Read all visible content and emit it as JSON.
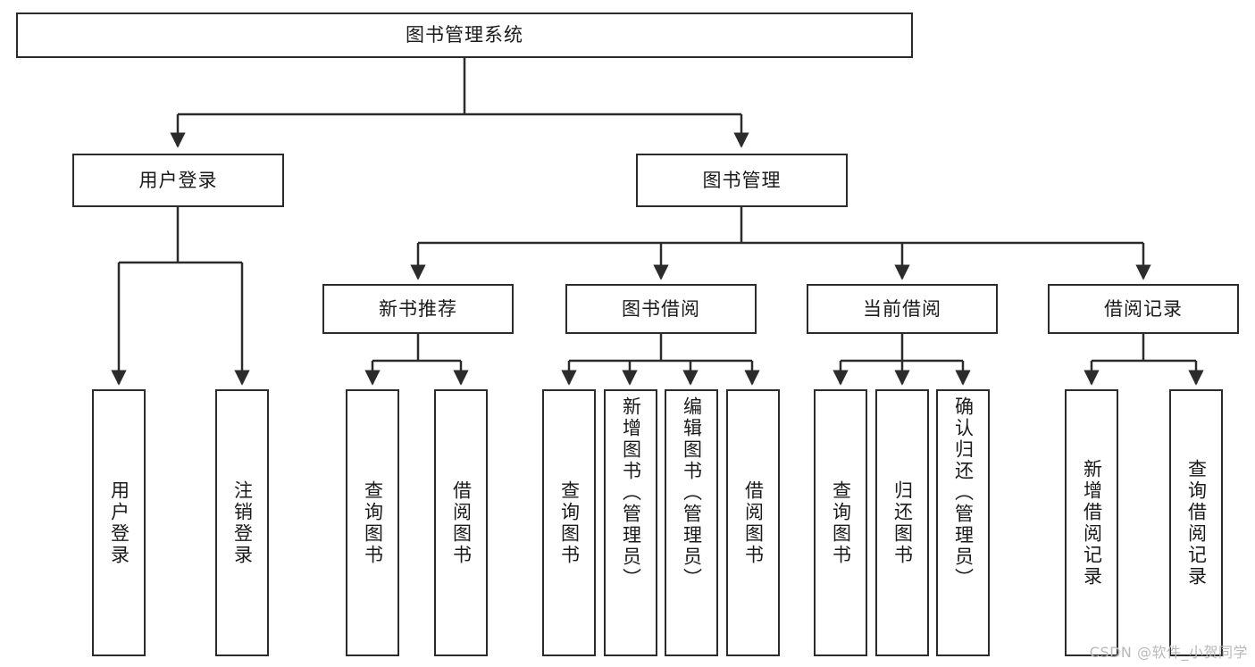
{
  "diagram": {
    "title": "图书管理系统",
    "watermark": "CSDN @软件_小贺同学",
    "colors": {
      "box_border": "#2b2b2b",
      "box_fill": "#ffffff",
      "connector": "#2b2b2b",
      "text": "#1a1a1a",
      "watermark": "#b9b9b9",
      "background": "#ffffff"
    },
    "root": {
      "label": "图书管理系统"
    },
    "level2": [
      {
        "label": "用户登录"
      },
      {
        "label": "图书管理"
      }
    ],
    "level3": [
      {
        "label": "新书推荐"
      },
      {
        "label": "图书借阅"
      },
      {
        "label": "当前借阅"
      },
      {
        "label": "借阅记录"
      }
    ],
    "leaves": {
      "user_login": [
        {
          "label": "用户登录"
        },
        {
          "label": "注销登录"
        }
      ],
      "new_book_recommend": [
        {
          "label": "查询图书"
        },
        {
          "label": "借阅图书"
        }
      ],
      "book_borrow": [
        {
          "label": "查询图书"
        },
        {
          "label": "新增图书（管理员）"
        },
        {
          "label": "编辑图书（管理员）"
        },
        {
          "label": "借阅图书"
        }
      ],
      "current_borrow": [
        {
          "label": "查询图书"
        },
        {
          "label": "归还图书"
        },
        {
          "label": "确认归还（管理员）"
        }
      ],
      "borrow_record": [
        {
          "label": "新增借阅记录"
        },
        {
          "label": "查询借阅记录"
        }
      ]
    }
  }
}
